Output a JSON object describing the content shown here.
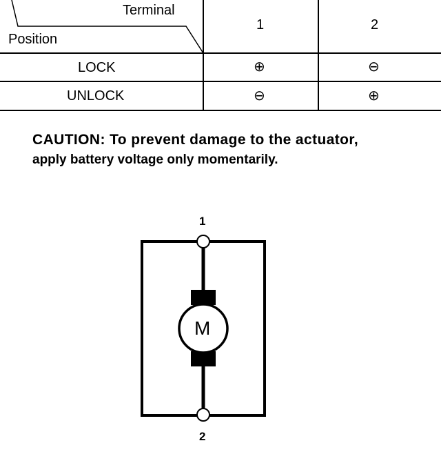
{
  "table": {
    "header_terminal": "Terminal",
    "header_position": "Position",
    "columns": [
      "1",
      "2"
    ],
    "rows": [
      {
        "position": "LOCK",
        "t1": "⊕",
        "t2": "⊖"
      },
      {
        "position": "UNLOCK",
        "t1": "⊖",
        "t2": "⊕"
      }
    ]
  },
  "caution": {
    "label": "CAUTION:",
    "text_line1": "To prevent damage to the actuator,",
    "text_line2": "apply battery voltage only momentarily."
  },
  "diagram": {
    "terminal_top": "1",
    "terminal_bottom": "2",
    "motor_label": "M"
  }
}
